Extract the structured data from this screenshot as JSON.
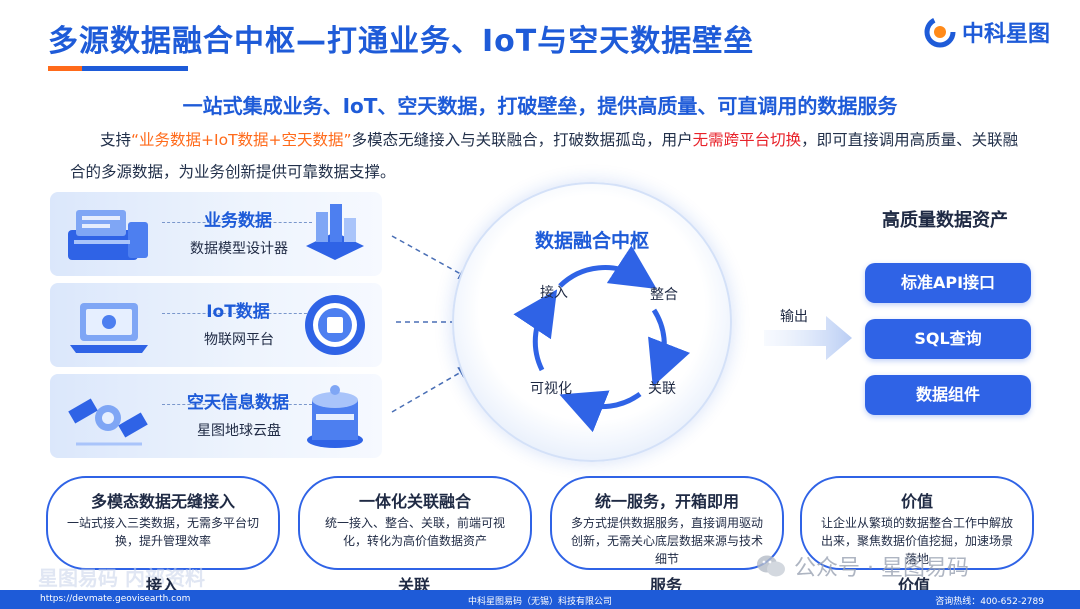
{
  "header": {
    "title": "多源数据融合中枢—打通业务、IoT与空天数据壁垒",
    "logo_text": "中科星图"
  },
  "intro": {
    "subtitle": "一站式集成业务、IoT、空天数据，打破壁垒，提供高质量、可直调用的数据服务",
    "desc_part1": "支持",
    "desc_highlight1": "“业务数据+IoT数据+空天数据”",
    "desc_part2": "多模态无缝接入与关联融合，打破数据孤岛，用户",
    "desc_highlight2": "无需跨平台切换",
    "desc_part3": "，即可直接调用高质量、关联融合的多源数据，为业务创新提供可靠数据支撑。"
  },
  "sources": [
    {
      "name": "业务数据",
      "sub": "数据模型设计器",
      "left_icon": "server-stack-icon",
      "right_icon": "data-model-icon"
    },
    {
      "name": "IoT数据",
      "sub": "物联网平台",
      "left_icon": "laptop-icon",
      "right_icon": "iot-chip-icon"
    },
    {
      "name": "空天信息数据",
      "sub": "星图地球云盘",
      "left_icon": "satellite-icon",
      "right_icon": "cloud-disk-icon"
    }
  ],
  "hub": {
    "title": "数据融合中枢",
    "steps": [
      "接入",
      "整合",
      "关联",
      "可视化"
    ]
  },
  "output": {
    "arrow_label": "输出",
    "title": "高质量数据资产",
    "buttons": [
      "标准API接口",
      "SQL查询",
      "数据组件"
    ]
  },
  "features": [
    {
      "title": "多模态数据无缝接入",
      "text": "一站式接入三类数据，无需多平台切换，提升管理效率",
      "label": "接入"
    },
    {
      "title": "一体化关联融合",
      "text": "统一接入、整合、关联，前端可视化，转化为高价值数据资产",
      "label": "关联"
    },
    {
      "title": "统一服务，开箱即用",
      "text": "多方式提供数据服务，直接调用驱动创新，无需关心底层数据来源与技术细节",
      "label": "服务"
    },
    {
      "title": "价值",
      "text": "让企业从繁琐的数据整合工作中解放出来，聚焦数据价值挖掘，加速场景落地",
      "label": "价值"
    }
  ],
  "watermarks": {
    "left": "星图易码 内部资料",
    "wechat": "公众号 · 星图易码"
  },
  "footer": {
    "url": "https://devmate.geovisearth.com",
    "company": "中科星图易码（无锡）科技有限公司",
    "phone": "咨询热线：400-652-2789"
  },
  "colors": {
    "brand_blue": "#1e5bd8",
    "accent_orange": "#ff6a1a",
    "highlight_red": "#e8222a",
    "button_blue": "#2f63e6"
  }
}
